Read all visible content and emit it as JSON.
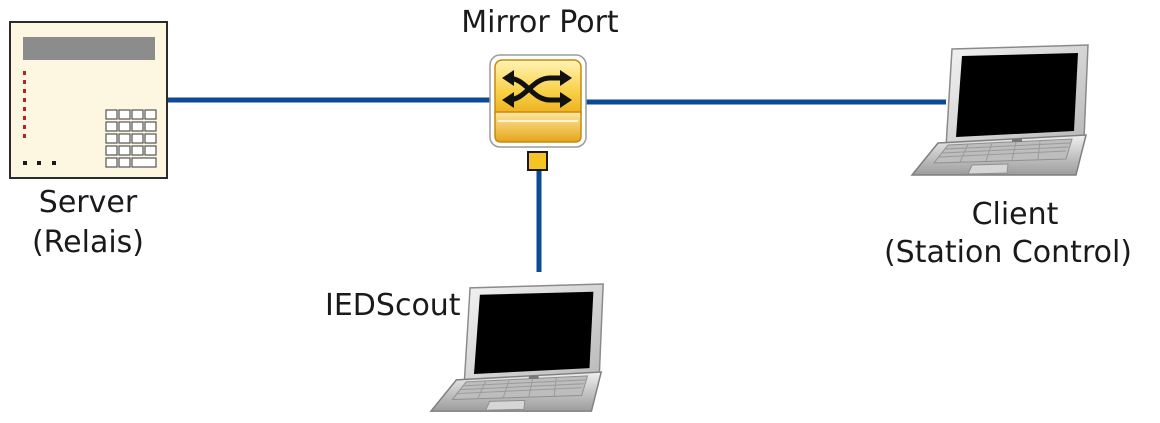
{
  "diagram": {
    "switch_label": "Mirror Port",
    "server": {
      "line1": "Server",
      "line2": "(Relais)"
    },
    "client": {
      "line1": "Client",
      "line2": "(Station Control)"
    },
    "iedscout_label": "IEDScout"
  },
  "colors": {
    "link": "#0d4a96",
    "switch_body": "#f5c02a",
    "switch_highlight": "#fde79a",
    "port": "#f7c325",
    "server_body": "#fdf6e0",
    "server_display": "#8c8c8c",
    "server_leds": "#c81c1c",
    "laptop_screen": "#000000",
    "laptop_body": "#d7d7d7"
  },
  "icons": [
    "server-icon",
    "switch-icon",
    "laptop-icon"
  ]
}
